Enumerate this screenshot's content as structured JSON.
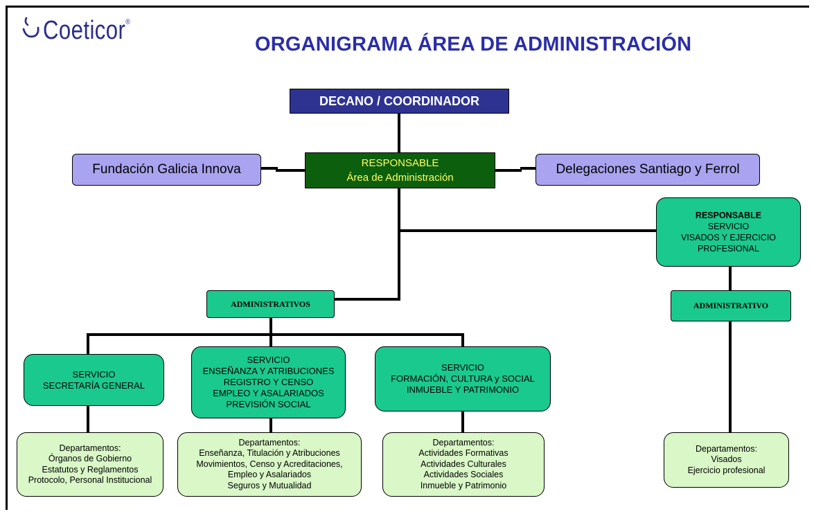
{
  "logo": {
    "text": "Coeticor",
    "registered": "®",
    "color": "#2a2e8c"
  },
  "title": "ORGANIGRAMA ÁREA DE ADMINISTRACIÓN",
  "colors": {
    "dean": "#2e3392",
    "responsable": "#0c5f0c",
    "side": "#a9a3f0",
    "service": "#19c98e",
    "department": "#d9f7c7"
  },
  "nodes": {
    "dean": "DECANO / COORDINADOR",
    "responsable_admin": {
      "line1": "RESPONSABLE",
      "line2": "Área de Administración"
    },
    "fundacion": "Fundación Galicia Innova",
    "delegaciones": "Delegaciones Santiago y Ferrol",
    "responsable_visados": {
      "line1": "RESPONSABLE",
      "line2": "SERVICIO",
      "line3": "VISADOS Y EJERCICIO",
      "line4": "PROFESIONAL"
    },
    "administrativos": "ADMINISTRATIVOS",
    "administrativo": "ADMINISTRATIVO",
    "services": [
      {
        "lines": [
          "SERVICIO",
          "SECRETARÍA GENERAL"
        ]
      },
      {
        "lines": [
          "SERVICIO",
          "ENSEÑANZA Y ATRIBUCIONES",
          "REGISTRO Y CENSO",
          "EMPLEO Y ASALARIADOS",
          "PREVISIÓN SOCIAL"
        ]
      },
      {
        "lines": [
          "SERVICIO",
          "FORMACIÓN, CULTURA y SOCIAL",
          "INMUEBLE Y PATRIMONIO"
        ]
      }
    ],
    "departments": [
      {
        "lines": [
          "Departamentos:",
          "Órganos de Gobierno",
          "Estatutos y Reglamentos",
          "Protocolo, Personal Institucional"
        ]
      },
      {
        "lines": [
          "Departamentos:",
          "Enseñanza, Titulación y Atribuciones",
          "Movimientos, Censo y Acreditaciones,",
          "Empleo y Asalariados",
          "Seguros y Mutualidad"
        ]
      },
      {
        "lines": [
          "Departamentos:",
          "Actividades Formativas",
          "Actividades Culturales",
          "Actividades Sociales",
          "Inmueble y Patrimonio"
        ]
      },
      {
        "lines": [
          "Departamentos:",
          "Visados",
          "Ejercicio profesional"
        ]
      }
    ]
  }
}
